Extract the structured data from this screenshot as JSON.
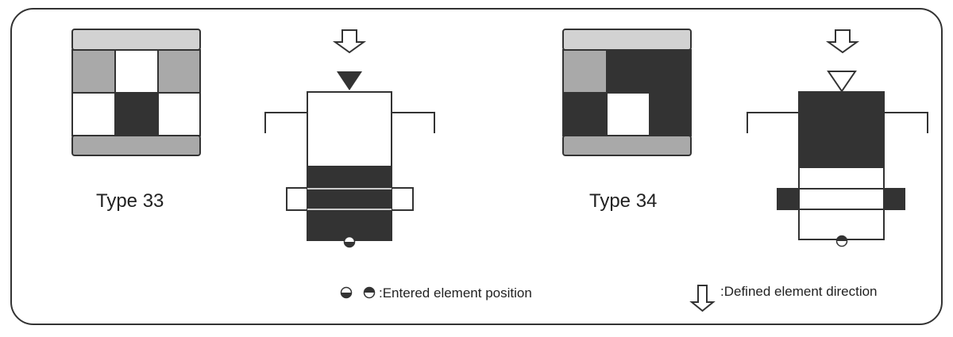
{
  "colors": {
    "background": "#ffffff",
    "frame": "#333333",
    "light_gray": "#d2d2d2",
    "mid_gray": "#a9a9a9",
    "dark": "#333333",
    "white": "#ffffff"
  },
  "figures": [
    {
      "type_label": "Type 33",
      "direction_marker": "filled-triangle-icon",
      "entered_position_marker": "half-circle-bottom-filled-icon"
    },
    {
      "type_label": "Type 34",
      "direction_marker": "hollow-triangle-icon",
      "entered_position_marker": "half-circle-top-filled-icon"
    }
  ],
  "legend": {
    "entered_position": {
      "icons": [
        "half-circle-bottom-filled-icon",
        "half-circle-top-filled-icon"
      ],
      "text": ":Entered element position"
    },
    "defined_direction": {
      "icon": "down-arrow-icon",
      "text": ":Defined element direction"
    }
  }
}
